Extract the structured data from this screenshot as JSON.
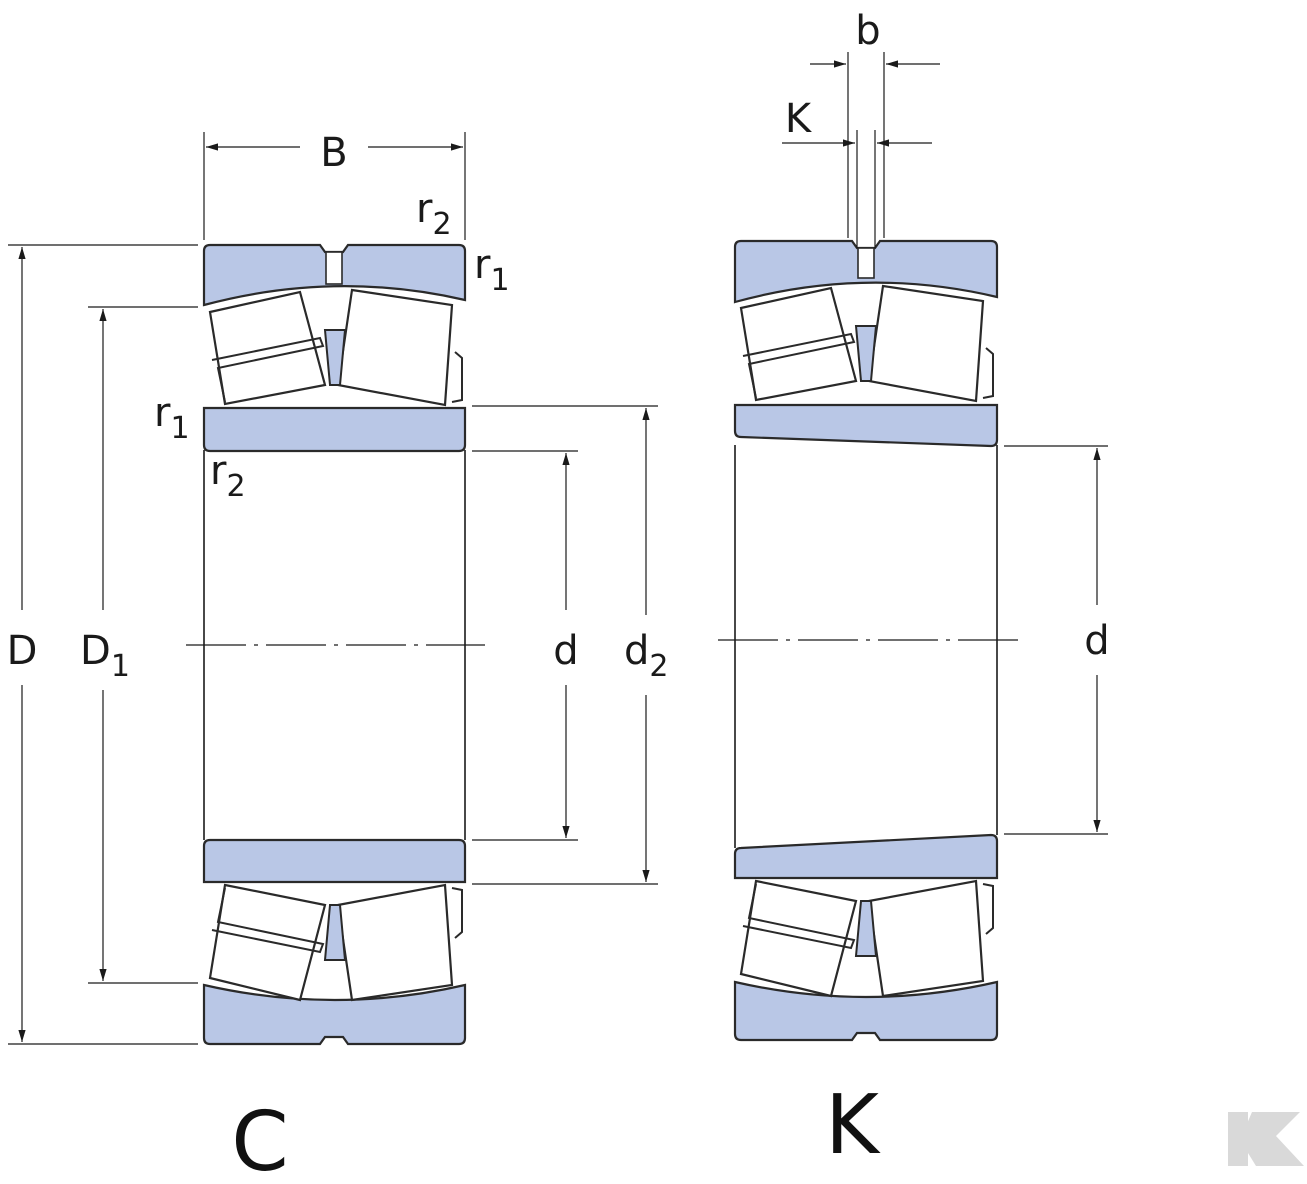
{
  "labels": {
    "B": "B",
    "b": "b",
    "K_dim": "K",
    "D": "D",
    "D1_main": "D",
    "D1_sub": "1",
    "d_left": "d",
    "d2_main": "d",
    "d2_sub": "2",
    "d_right": "d",
    "r1_top_main": "r",
    "r1_top_sub": "1",
    "r2_top_main": "r",
    "r2_top_sub": "2",
    "r1_left_main": "r",
    "r1_left_sub": "1",
    "r2_left_main": "r",
    "r2_left_sub": "2"
  },
  "variants": {
    "left": "C",
    "right": "K"
  },
  "colors": {
    "ring_fill": "#b9c7e6",
    "outline": "#2a2a2a",
    "logo": "#d9d9d9"
  }
}
